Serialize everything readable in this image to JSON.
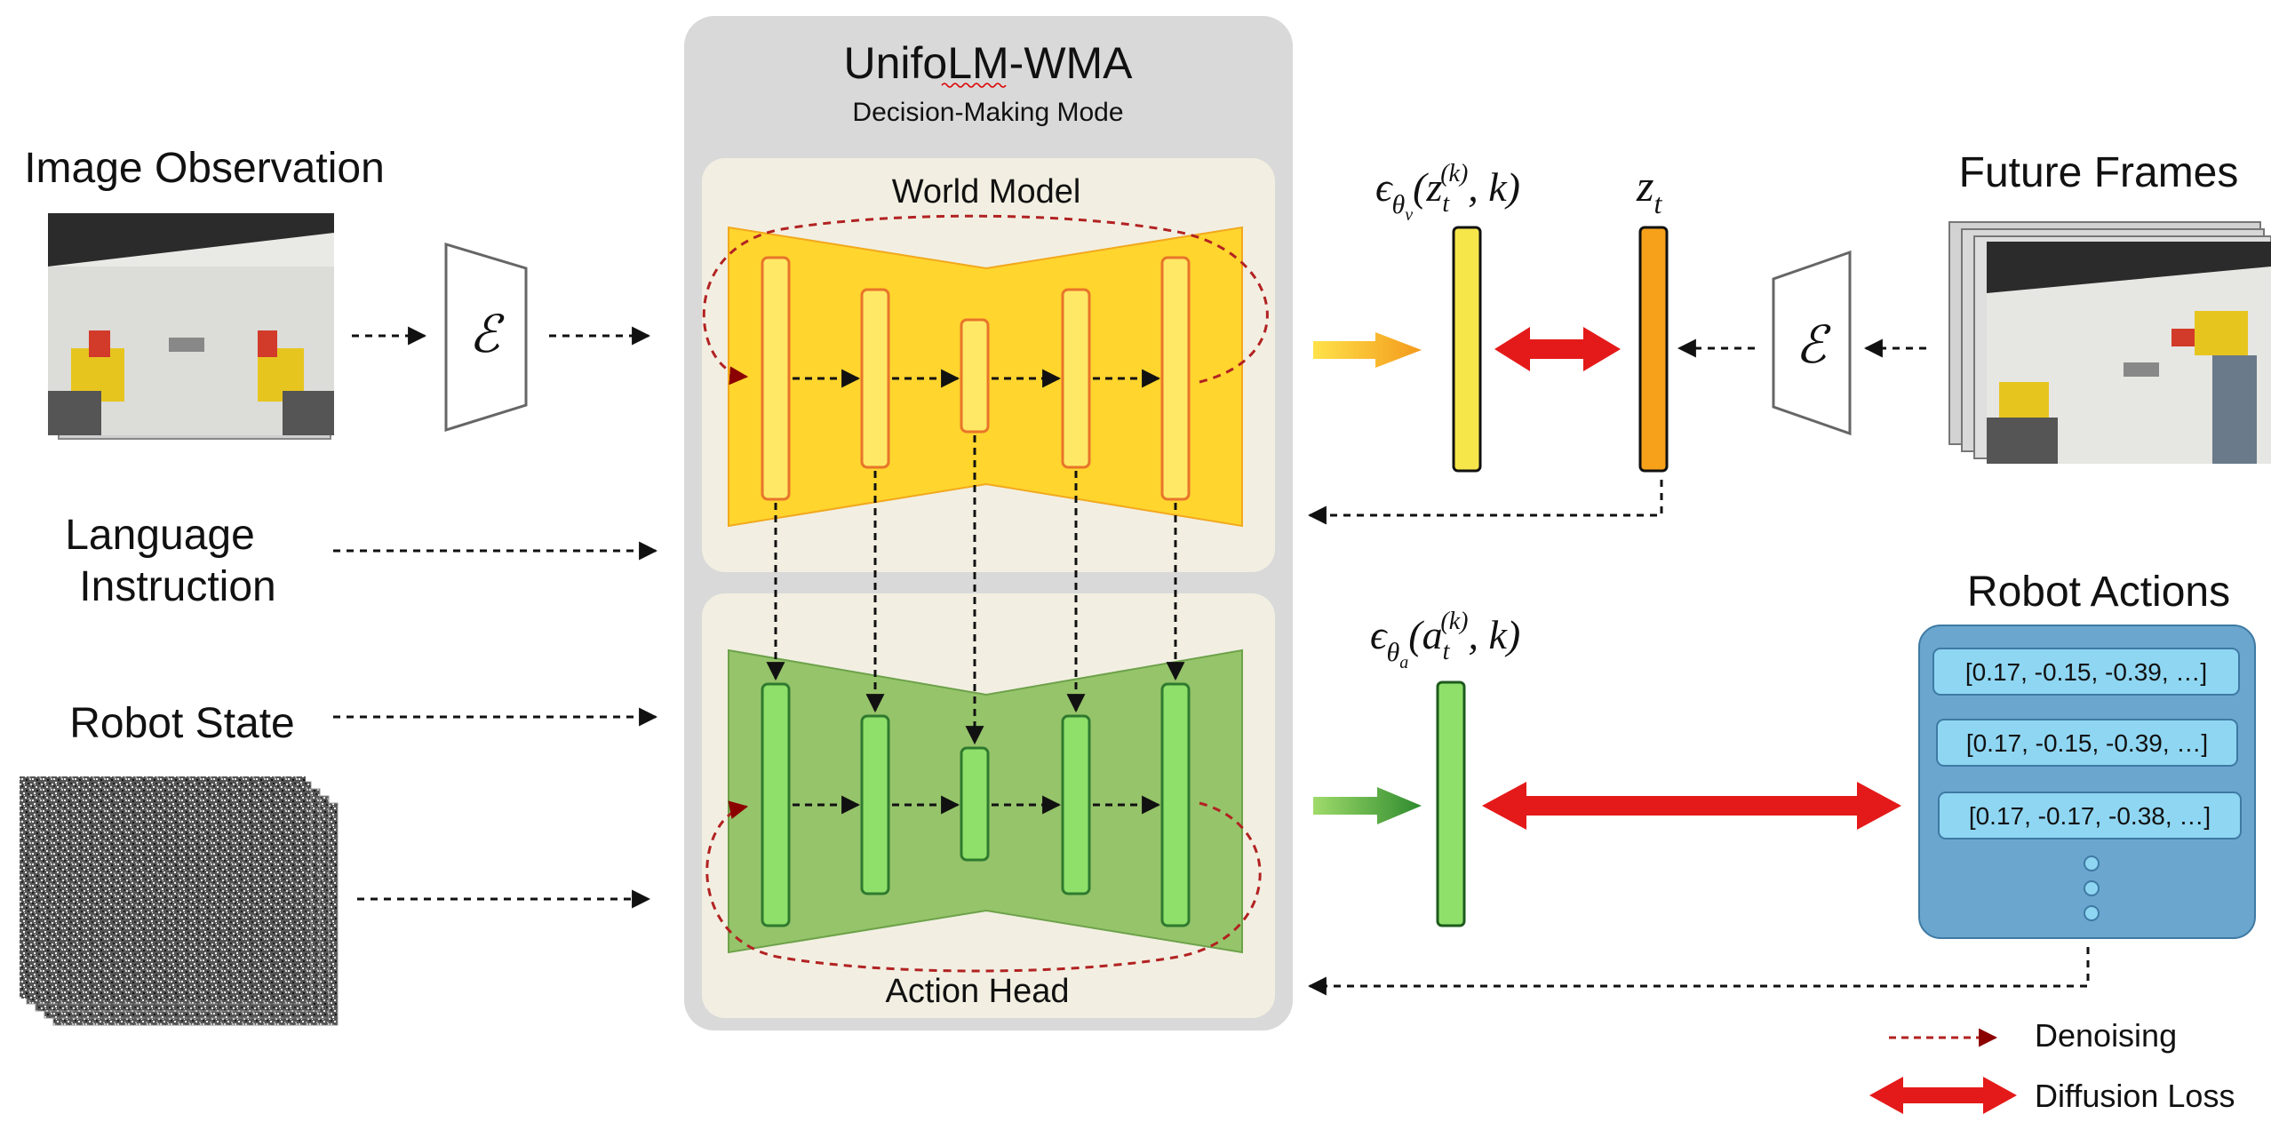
{
  "title": "UnifoLM-WMA",
  "subtitle": "Decision-Making Mode",
  "world_model_label": "World Model",
  "action_head_label": "Action Head",
  "inputs": {
    "image_observation": "Image Observation",
    "language_instruction_line1": "Language",
    "language_instruction_line2": "Instruction",
    "robot_state": "Robot State"
  },
  "encoder_symbol": "ℰ",
  "future_frames": "Future Frames",
  "robot_actions": {
    "title": "Robot Actions",
    "rows": [
      "[0.17, -0.15, -0.39, …]",
      "[0.17, -0.15, -0.39, …]",
      "[0.17, -0.17, -0.38, …]"
    ]
  },
  "formulas": {
    "epsilon": "ϵ",
    "theta": "θ",
    "sub_v": "v",
    "sub_a": "a",
    "open": "(",
    "z": "z",
    "a": "a",
    "t": "t",
    "k_sup": "(k)",
    "tail": ", k)",
    "zt_z": "z",
    "zt_t": "t"
  },
  "legend": {
    "denoising": "Denoising",
    "diffusion_loss": "Diffusion Loss"
  },
  "colors": {
    "world_model_fill": "#FFD52E",
    "world_model_block": "#FFE866",
    "action_head_fill": "#96C46A",
    "action_head_block": "#8FE06A",
    "loss_arrow": "#E41A1A",
    "denoise_line": "#B22222",
    "actions_panel": "#6BA6CF",
    "actions_row": "#8FD6F2",
    "main_panel": "#D9D9D9",
    "inner_panel": "#F2EFE2"
  }
}
